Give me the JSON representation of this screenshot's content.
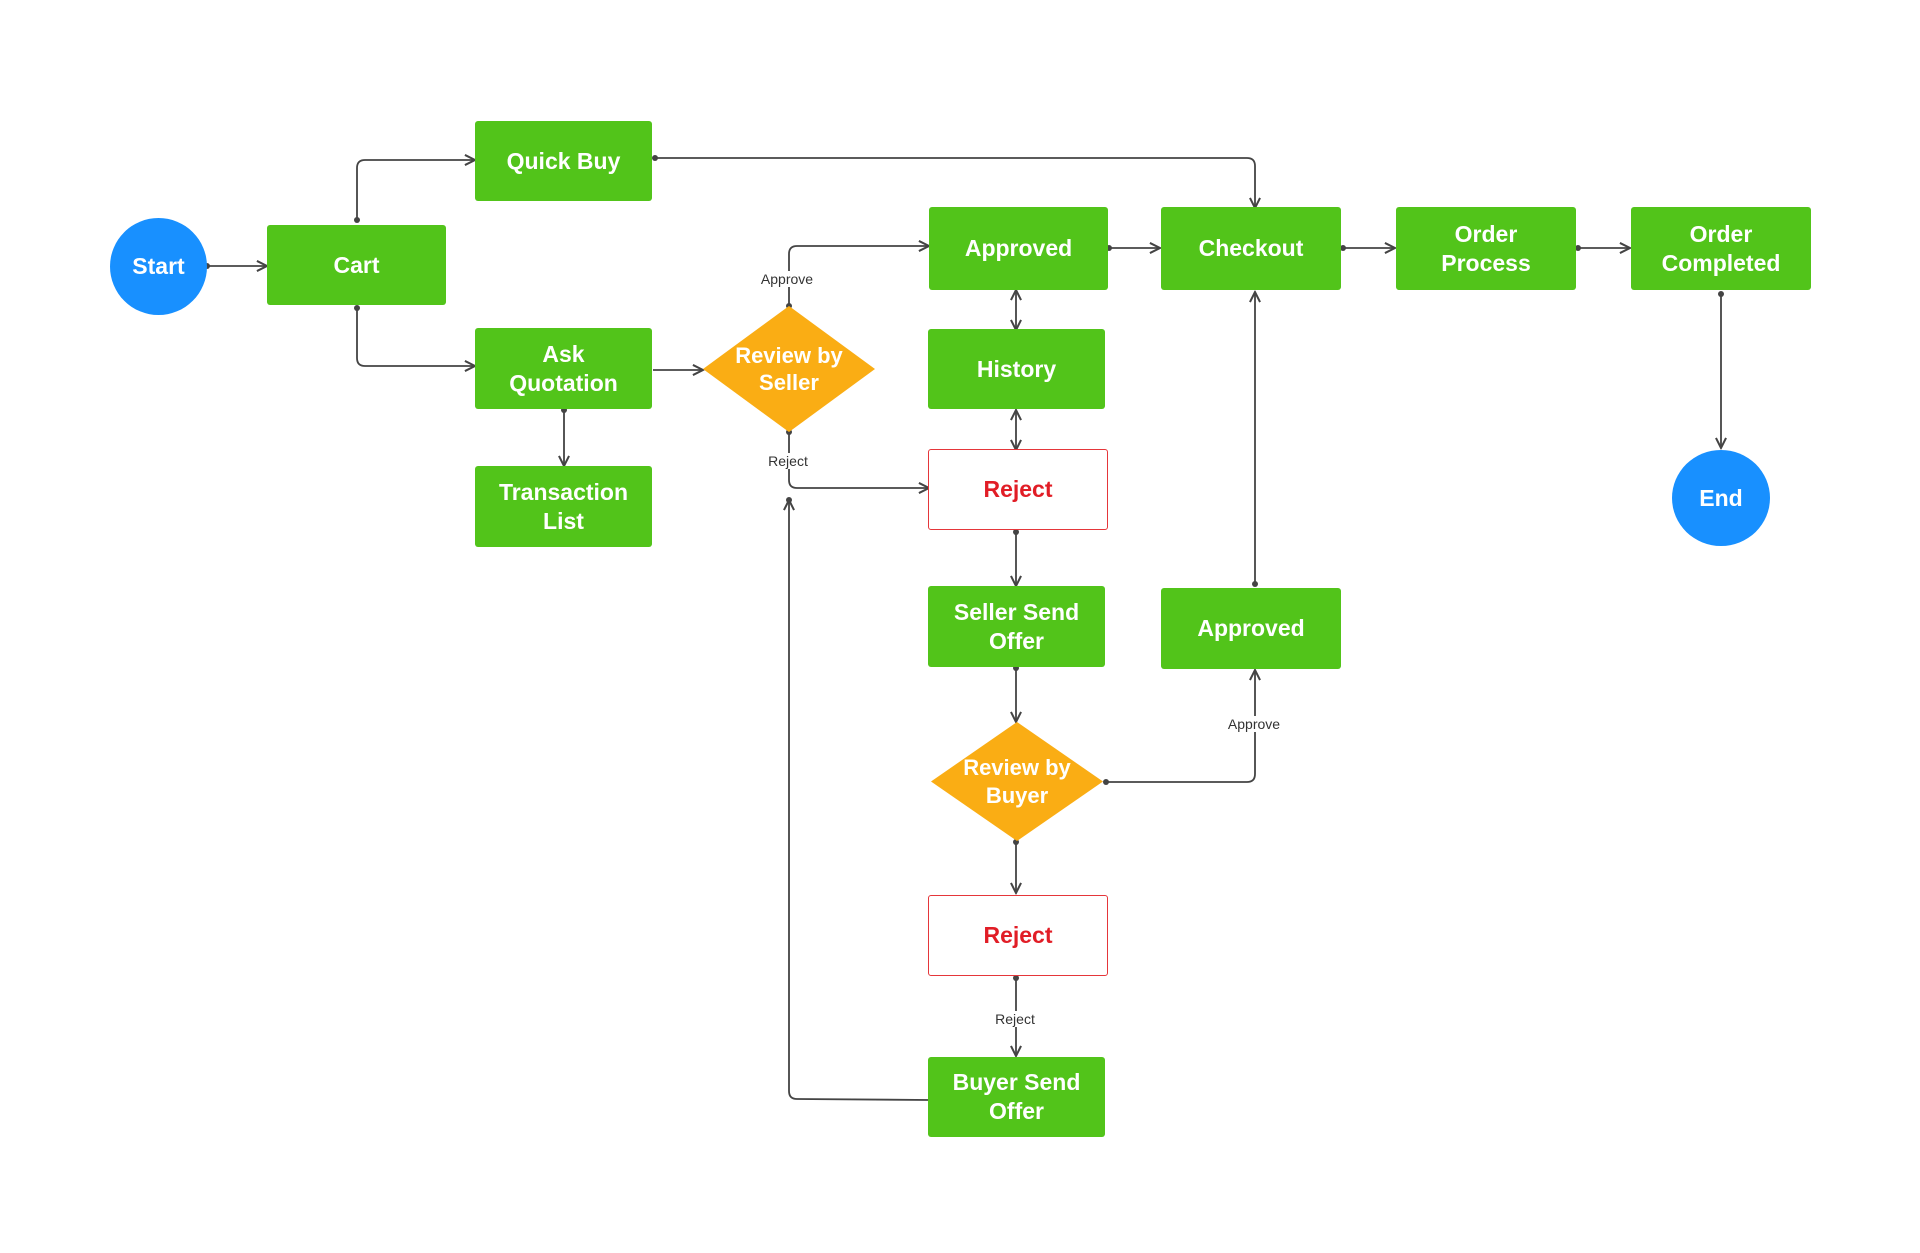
{
  "colors": {
    "process": "#52c41a",
    "terminal": "#1890ff",
    "decision": "#faad14",
    "reject_border": "#e5363a",
    "reject_text": "#e11d26",
    "connector": "#444444"
  },
  "nodes": {
    "start": "Start",
    "cart": "Cart",
    "quick_buy": "Quick Buy",
    "ask_quotation": "Ask\nQuotation",
    "transaction_list": "Transaction\nList",
    "review_by_seller": "Review by\nSeller",
    "approved_top": "Approved",
    "history": "History",
    "reject_mid": "Reject",
    "seller_send_offer": "Seller Send\nOffer",
    "review_by_buyer": "Review by\nBuyer",
    "reject_low": "Reject",
    "buyer_send_offer": "Buyer Send\nOffer",
    "checkout": "Checkout",
    "approved_right": "Approved",
    "order_process": "Order\nProcess",
    "order_completed": "Order\nCompleted",
    "end": "End"
  },
  "edge_labels": {
    "seller_approve": "Approve",
    "seller_reject": "Reject",
    "buyer_approve": "Approve",
    "buyer_reject": "Reject"
  }
}
